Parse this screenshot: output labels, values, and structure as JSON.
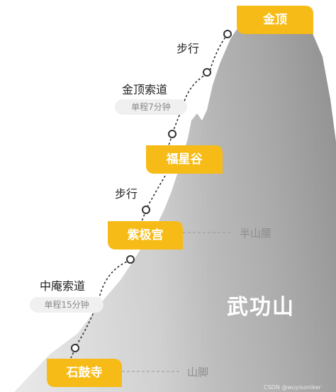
{
  "stations": {
    "summit": "金顶",
    "fuxing": "福星谷",
    "ziji": "紫极宫",
    "shigu": "石鼓寺"
  },
  "segments": {
    "walk_top": "步行",
    "jinding_cableway": "金顶索道",
    "jinding_time": "单程7分钟",
    "walk_mid": "步行",
    "zhongan_cableway": "中庵索道",
    "zhongan_time": "单程15分钟"
  },
  "side_labels": {
    "half_mountain": "半山腰",
    "foot": "山脚"
  },
  "mountain_name": "武功山",
  "watermark": "CSDN @wuyisoniker",
  "colors": {
    "accent": "#f6bb16",
    "mountain_light": "#cfcfcf",
    "mountain_dark": "#8f8f8f",
    "route_line": "#333333"
  }
}
